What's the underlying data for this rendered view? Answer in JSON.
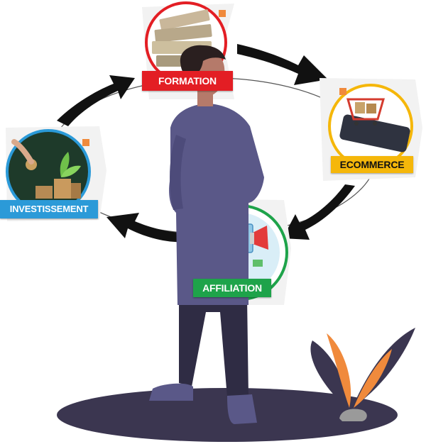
{
  "modules": {
    "formation": {
      "label": "FORMATION",
      "color": "#e31e24"
    },
    "ecommerce": {
      "label": "ECOMMERCE",
      "color": "#f5b70a"
    },
    "investissement": {
      "label": "INVESTISSEMENT",
      "color": "#2b9ad8"
    },
    "affiliation": {
      "label": "AFFILIATION",
      "color": "#1ea34a"
    }
  },
  "colors": {
    "ground_shadow": "#3b3650",
    "shirt": "#5a5888",
    "pants": "#2f2c44",
    "skin": "#b57a6a",
    "hair": "#2a1f1f",
    "leaf_dark": "#3b3650",
    "leaf_accent": "#f08a3c",
    "arrow": "#111111"
  }
}
